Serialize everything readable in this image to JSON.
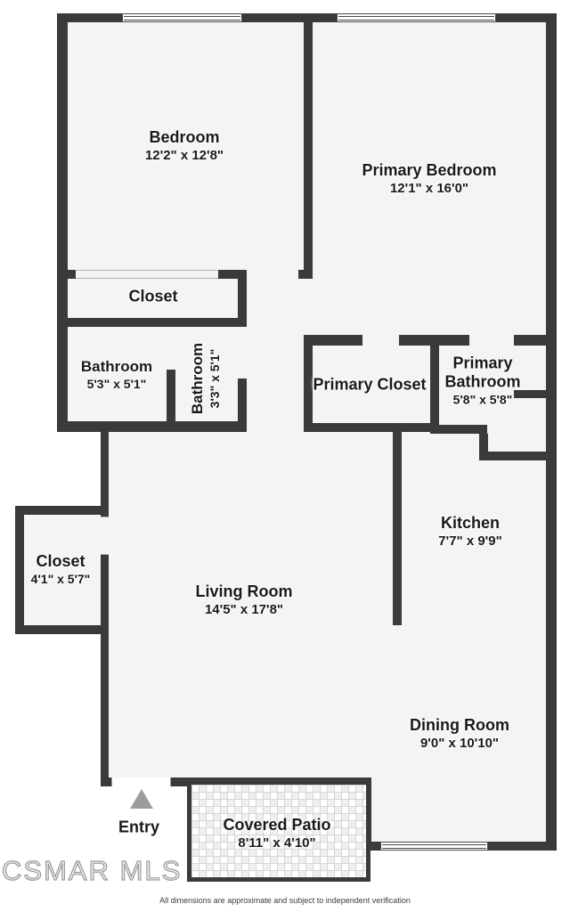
{
  "rooms": {
    "bedroom": {
      "name": "Bedroom",
      "dims": "12'2\" x 12'8\""
    },
    "primary_bedroom": {
      "name": "Primary Bedroom",
      "dims": "12'1\" x 16'0\""
    },
    "bedroom_closet": {
      "name": "Closet"
    },
    "bathroom": {
      "name": "Bathroom",
      "dims": "5'3\" x 5'1\""
    },
    "bathroom_small": {
      "name": "Bathroom",
      "dims": "3'3\" x 5'1\""
    },
    "primary_closet": {
      "name": "Primary Closet"
    },
    "primary_bathroom": {
      "name": "Primary Bathroom",
      "dims": "5'8\" x 5'8\""
    },
    "kitchen": {
      "name": "Kitchen",
      "dims": "7'7\" x 9'9\""
    },
    "hall_closet": {
      "name": "Closet",
      "dims": "4'1\" x 5'7\""
    },
    "living_room": {
      "name": "Living Room",
      "dims": "14'5\" x 17'8\""
    },
    "dining_room": {
      "name": "Dining Room",
      "dims": "9'0\" x 10'10\""
    },
    "covered_patio": {
      "name": "Covered Patio",
      "dims": "8'11\" x 4'10\""
    },
    "entry": {
      "name": "Entry"
    }
  },
  "watermark": "CSMAR MLS",
  "disclaimer": "All dimensions are approximate and subject to independent verification",
  "colors": {
    "wall": "#3a3a3a",
    "floor": "#f4f4f4",
    "entry_arrow": "#9c9c9c"
  }
}
